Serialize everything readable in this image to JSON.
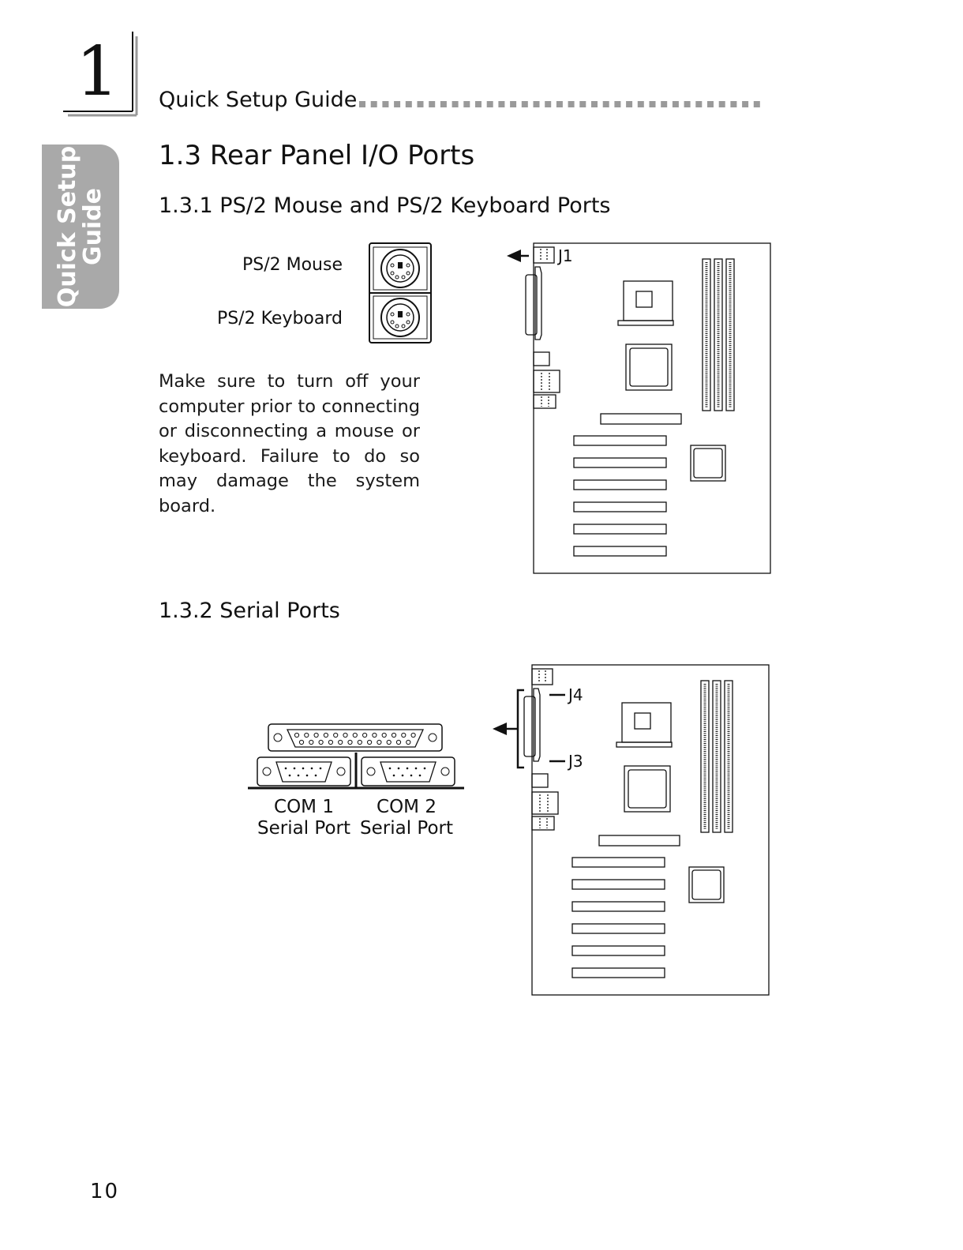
{
  "header": {
    "chapter_number": "1",
    "running_title": "Quick Setup Guide"
  },
  "side_tab": {
    "line1": "Quick Setup",
    "line2": "Guide"
  },
  "section": {
    "title": "1.3   Rear Panel I/O Ports"
  },
  "ps2": {
    "heading": "1.3.1  PS/2 Mouse and PS/2 Keyboard Ports",
    "mouse_label": "PS/2 Mouse",
    "keyboard_label": "PS/2 Keyboard",
    "note": "Make sure to turn off your computer prior to connecting or disconnecting a mouse or keyboard. Failure to do so may damage the system board.",
    "board_connector_label": "J1"
  },
  "serial": {
    "heading": "1.3.2  Serial Ports",
    "com1_line1": "COM 1",
    "com1_line2": "Serial Port",
    "com2_line1": "COM 2",
    "com2_line2": "Serial Port",
    "board_connector_top": "J4",
    "board_connector_bottom": "J3"
  },
  "footer": {
    "page_number": "10"
  },
  "colors": {
    "tab_gray": "#a9a9a9",
    "ink": "#111111"
  }
}
